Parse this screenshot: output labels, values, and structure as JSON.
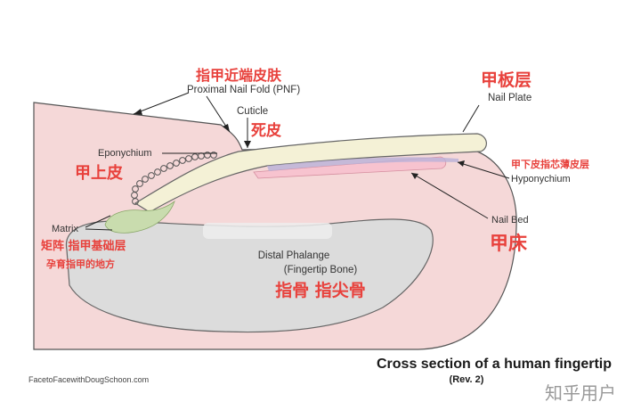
{
  "labels": {
    "proximal_nail_fold_cn": "指甲近端皮肤",
    "proximal_nail_fold_en": "Proximal Nail Fold (PNF)",
    "cuticle_en": "Cuticle",
    "cuticle_cn": "死皮",
    "eponychium_en": "Eponychium",
    "eponychium_cn": "甲上皮",
    "matrix_en": "Matrix",
    "matrix_cn": "矩阵 指甲基础层",
    "matrix_cn_note": "孕育指甲的地方",
    "nail_plate_cn": "甲板层",
    "nail_plate_en": "Nail Plate",
    "hyponychium_cn": "甲下皮指芯薄皮层",
    "hyponychium_en": "Hyponychium",
    "nail_bed_en": "Nail Bed",
    "nail_bed_cn": "甲床",
    "distal_phalange_en": "Distal Phalange",
    "fingertip_bone_en": "(Fingertip Bone)",
    "distal_phalange_cn": "指骨 指尖骨"
  },
  "footer": {
    "title": "Cross section of a human fingertip",
    "revision": "(Rev. 2)",
    "credit": "FacetoFacewithDougSchoon.com",
    "watermark": "知乎用户"
  },
  "colors": {
    "skin": "#f5d8d8",
    "bone": "#dcdcdc",
    "nail_plate": "#f4f1d6",
    "matrix": "#c9dcae",
    "nail_bed": "#f7c3cf",
    "chinese_label": "#e8413c",
    "outline": "#444444"
  }
}
